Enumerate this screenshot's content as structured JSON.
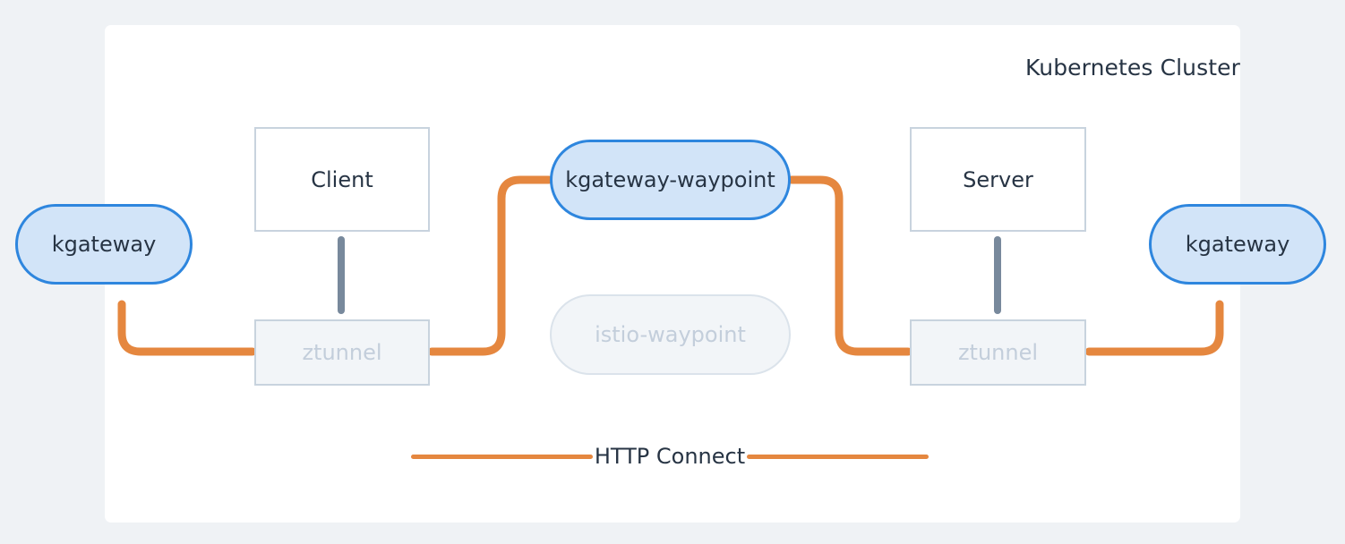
{
  "diagram": {
    "title": "Kubernetes Cluster",
    "background_color": "#eff2f5",
    "panel_color": "#ffffff",
    "accent_orange": "#e5873f",
    "accent_blue": "#2e86de",
    "pill_fill": "#d2e4f8",
    "dim_fill": "#f2f5f8",
    "dim_text": "#c3cedb",
    "text_color": "#273444",
    "border_gray": "#c8d3de",
    "connector_gray": "#78899c"
  },
  "nodes": {
    "kgateway_left": {
      "label": "kgateway",
      "style": "pill-active"
    },
    "client": {
      "label": "Client",
      "style": "box"
    },
    "ztunnel_left": {
      "label": "ztunnel",
      "style": "box-dimmed"
    },
    "kgateway_waypoint": {
      "label": "kgateway-waypoint",
      "style": "pill-active"
    },
    "istio_waypoint": {
      "label": "istio-waypoint",
      "style": "pill-dimmed"
    },
    "server": {
      "label": "Server",
      "style": "box"
    },
    "ztunnel_right": {
      "label": "ztunnel",
      "style": "box-dimmed"
    },
    "kgateway_right": {
      "label": "kgateway",
      "style": "pill-active"
    }
  },
  "legend": {
    "label": "HTTP Connect",
    "line_color": "#e5873f"
  }
}
